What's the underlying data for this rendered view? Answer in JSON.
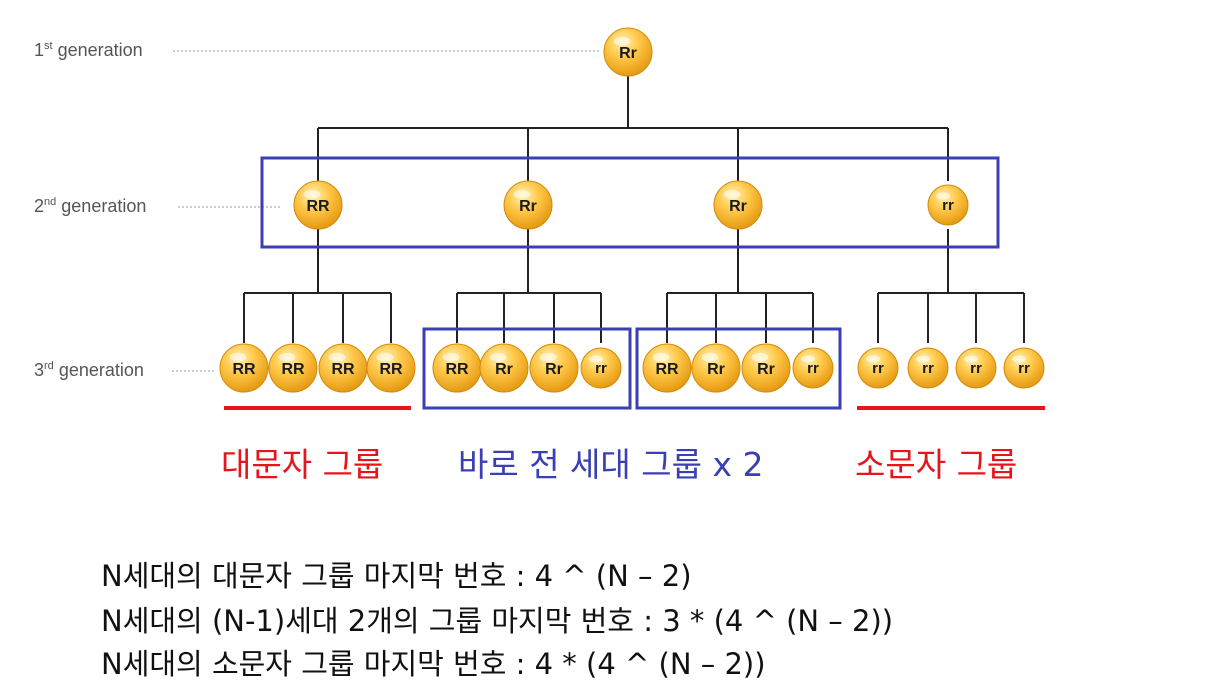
{
  "generations": [
    {
      "number": "1",
      "suffix": "st",
      "label": "generation"
    },
    {
      "number": "2",
      "suffix": "nd",
      "label": "generation"
    },
    {
      "number": "3",
      "suffix": "rd",
      "label": "generation"
    }
  ],
  "tree": {
    "root": "Rr",
    "second": [
      "RR",
      "Rr",
      "Rr",
      "rr"
    ],
    "third": [
      [
        "RR",
        "RR",
        "RR",
        "RR"
      ],
      [
        "RR",
        "Rr",
        "Rr",
        "rr"
      ],
      [
        "RR",
        "Rr",
        "Rr",
        "rr"
      ],
      [
        "rr",
        "rr",
        "rr",
        "rr"
      ]
    ]
  },
  "groups": {
    "uppercase": "대문자 그룹",
    "previous": "바로 전 세대 그룹 x 2",
    "lowercase": "소문자 그룹"
  },
  "formulas": [
    "N세대의 대문자 그룹 마지막 번호 : 4 ^ (N – 2)",
    "N세대의 (N-1)세대 2개의 그룹 마지막 번호 : 3 * (4 ^ (N – 2))",
    "N세대의 소문자 그룹 마지막 번호 : 4 * (4 ^ (N – 2))"
  ],
  "colors": {
    "red": "#e8141c",
    "blue": "#3a3fb4",
    "ball_light": "#ffd76a",
    "ball_dark": "#e8a118",
    "line": "#222222"
  }
}
